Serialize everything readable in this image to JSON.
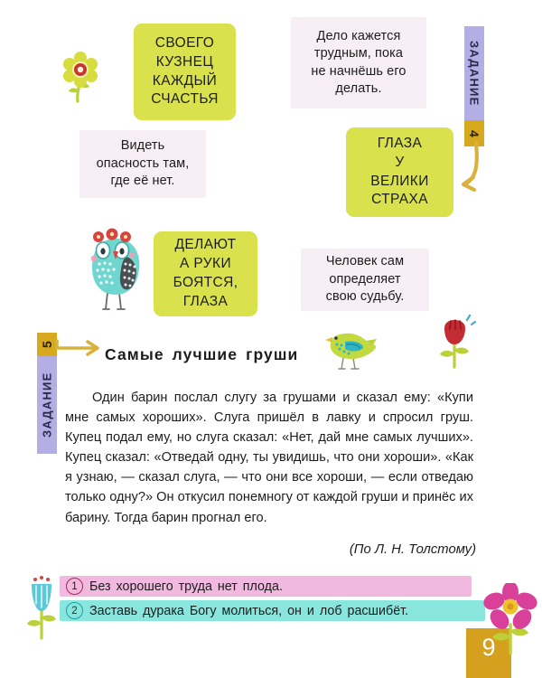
{
  "page": {
    "number": "9",
    "language": "ru"
  },
  "tabs": [
    {
      "id": "task-4",
      "word": "ЗАДАНИЕ",
      "number": "4",
      "color_word": "#b3aee4",
      "color_number": "#d7a91f"
    },
    {
      "id": "task-5",
      "word": "ЗАДАНИЕ",
      "number": "5",
      "color_word": "#b3aee4",
      "color_number": "#d7a91f"
    }
  ],
  "cards": [
    {
      "id": "card-kuznets",
      "style": "green",
      "color": "#d9e24d",
      "lines": [
        "СВОЕГО",
        "КУЗНЕЦ",
        "КАЖДЫЙ",
        "СЧАСТЬЯ"
      ]
    },
    {
      "id": "card-delo",
      "style": "pink",
      "color": "#f7eef6",
      "lines": [
        "Дело кажется",
        "трудным, пока",
        "не начнёшь его",
        "делать."
      ]
    },
    {
      "id": "card-videt",
      "style": "pink",
      "color": "#f7eef6",
      "lines": [
        "Видеть",
        "опасность там,",
        "где её нет."
      ]
    },
    {
      "id": "card-glaza",
      "style": "green",
      "color": "#d9e24d",
      "lines": [
        "ГЛАЗА",
        "У",
        "ВЕЛИКИ",
        "СТРАХА"
      ]
    },
    {
      "id": "card-delayut",
      "style": "green",
      "color": "#d9e24d",
      "lines": [
        "ДЕЛАЮТ",
        "А РУКИ",
        "БОЯТСЯ,",
        "ГЛАЗА"
      ]
    },
    {
      "id": "card-chelovek",
      "style": "pink",
      "color": "#f7eef6",
      "lines": [
        "Человек сам",
        "определяет",
        "свою судьбу."
      ]
    }
  ],
  "article": {
    "title": "Самые лучшие груши",
    "body": "Один барин послал слугу за грушами и сказал ему: «Купи мне самых хороших». Слуга пришёл в лавку и спросил груш. Купец подал ему, но слуга сказал: «Нет, дай мне самых лучших». Купец сказал: «Отведай одну, ты увидишь, что они хороши». «Как я узнаю, — сказал слуга, — что они все хороши, — если отведаю только одну?» Он откусил понемногу от каждой груши и принёс их барину. Тогда барин прогнал его.",
    "attribution": "(По Л. Н. Толстому)"
  },
  "proverbs": [
    {
      "number": "1",
      "text": "Без хорошего труда нет плода.",
      "background": "#f2b9e0",
      "circle_color": "#b32447"
    },
    {
      "number": "2",
      "text": "Заставь дурака Богу молиться, он и лоб расшибёт.",
      "background": "#88e6df",
      "circle_color": "#1c9fa3"
    }
  ],
  "decorations": [
    {
      "id": "flower-daisy-yellow",
      "icon": "flower-icon"
    },
    {
      "id": "owl",
      "icon": "owl-icon"
    },
    {
      "id": "bird",
      "icon": "bird-icon"
    },
    {
      "id": "tulip-red",
      "icon": "flower-icon"
    },
    {
      "id": "tulip-teal",
      "icon": "flower-icon"
    },
    {
      "id": "flower-pink",
      "icon": "flower-icon"
    },
    {
      "id": "arrow-curved-down",
      "icon": "arrow-icon"
    },
    {
      "id": "arrow-right",
      "icon": "arrow-icon"
    }
  ]
}
